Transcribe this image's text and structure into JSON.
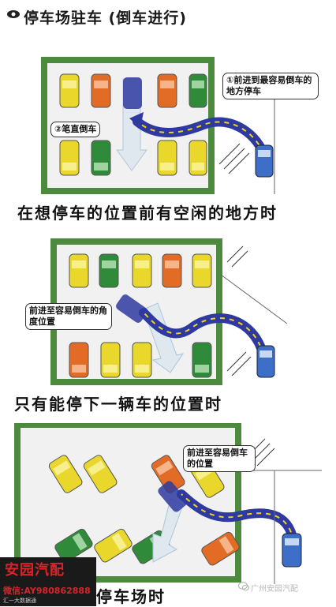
{
  "title": "停车场驻车 (倒车进行)",
  "panel1": {
    "callout_1": "①前进到最容易倒车的地方停车",
    "callout_2": "②笔直倒车",
    "caption": "在想停车的位置前有空闲的地方时"
  },
  "panel2": {
    "callout": "前进至容易倒车的角度位置",
    "caption": "只有能停下一辆车的位置时"
  },
  "panel3": {
    "callout": "前进至容易倒车的位置",
    "caption": "停车场时"
  },
  "watermark": {
    "brand": "安园汽配",
    "contact_label": "微信:",
    "contact": "AY980862888",
    "sub": "汇一大数据通",
    "account": "广州安园汽配"
  },
  "colors": {
    "background": "#ffffff",
    "lot_border": "#4c8a3e",
    "lot_fill": "#f1f1f1",
    "route": "#2f3aa0",
    "route_dash": "#f3d21d",
    "reverse_arrow": "#a9c6de",
    "brand_red": "#d9242b"
  },
  "icons": [
    "eye-icon",
    "chat-bubble-icon"
  ]
}
